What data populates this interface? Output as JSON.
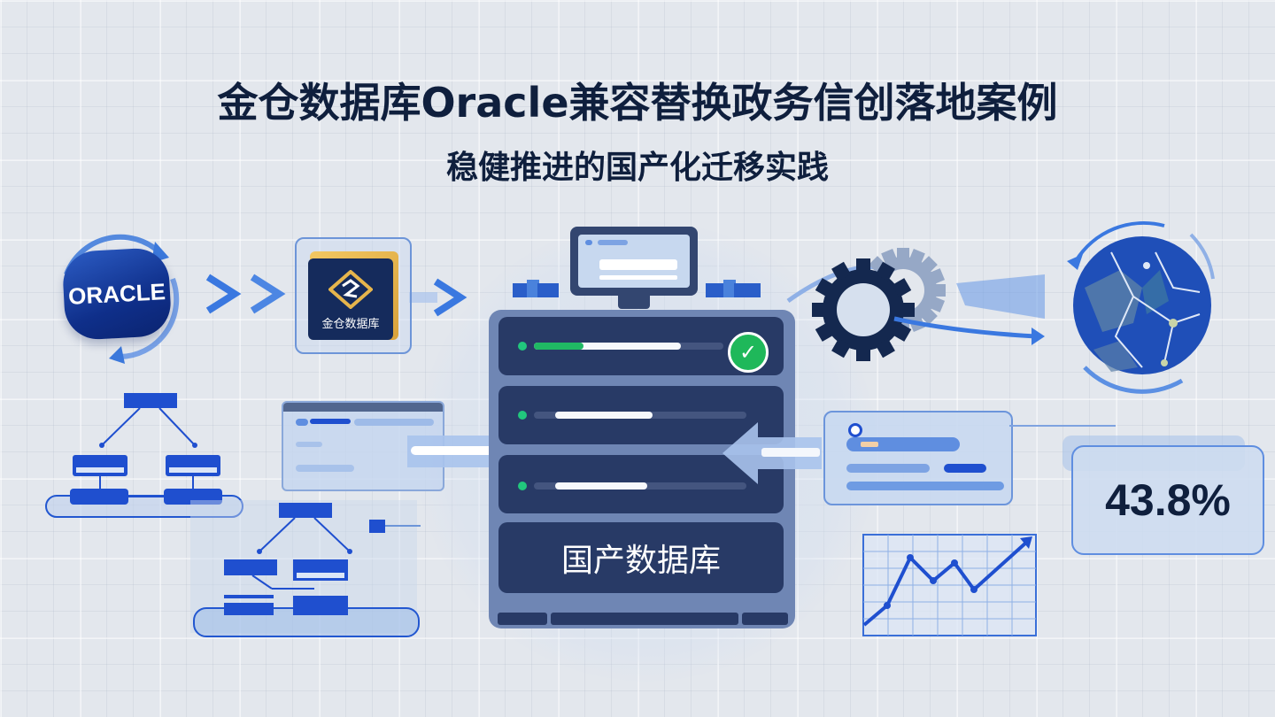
{
  "header": {
    "title": "金仓数据库Oracle兼容替换政务信创落地案例",
    "subtitle": "稳健推进的国产化迁移实践"
  },
  "logos": {
    "source": {
      "label": "ORACLE",
      "icon": "oracle-logo"
    },
    "target": {
      "label": "金仓数据库",
      "icon": "kingbase-logo"
    }
  },
  "server": {
    "label": "国产数据库",
    "status_icon": "check-icon",
    "rows": [
      {
        "led": "green",
        "progress_green": 0.25,
        "progress_white": 0.65
      },
      {
        "led": "green",
        "progress_white": 0.45
      },
      {
        "led": "green",
        "progress_white": 0.42
      }
    ]
  },
  "metric": {
    "value": "43.8%"
  },
  "trend_chart": {
    "points": [
      [
        0,
        0.1
      ],
      [
        0.14,
        0.28
      ],
      [
        0.29,
        0.72
      ],
      [
        0.42,
        0.5
      ],
      [
        0.54,
        0.68
      ],
      [
        0.66,
        0.4
      ],
      [
        1.0,
        0.95
      ]
    ]
  },
  "colors": {
    "navy": "#283a66",
    "title": "#0f1f3d",
    "accent_blue": "#1f4fcf",
    "success": "#1fb85a",
    "gold": "#e1ad45",
    "background": "#e3e7ed"
  },
  "icons": [
    "oracle-logo",
    "kingbase-logo",
    "chevron-arrow-icon",
    "server-icon",
    "monitor-icon",
    "gear-icon",
    "globe-icon",
    "org-chart-icon",
    "trend-chart-icon",
    "check-icon",
    "sync-arrows-icon"
  ]
}
